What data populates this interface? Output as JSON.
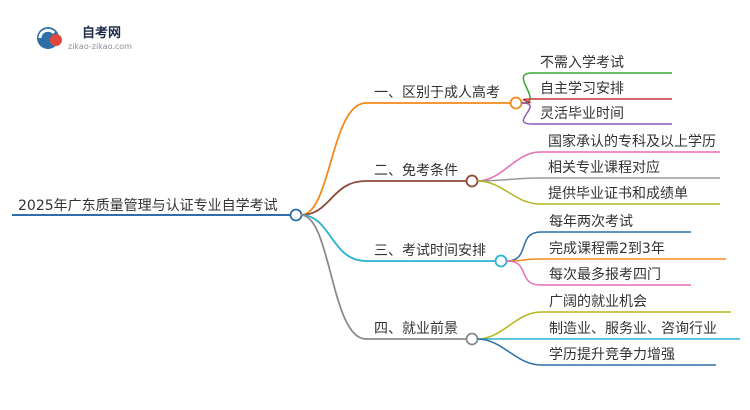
{
  "logo": {
    "title": "自考网",
    "url": "zikao-zikao.com"
  },
  "root": {
    "label": "2025年广东质量管理与认证专业自学考试",
    "color": "#2e6fa7"
  },
  "branches": [
    {
      "label": "一、区别于成人高考",
      "color": "#f08a1c",
      "children": [
        {
          "label": "不需入学考试",
          "color": "#3aa532"
        },
        {
          "label": "自主学习安排",
          "color": "#c8343c"
        },
        {
          "label": "灵活毕业时间",
          "color": "#8e5bb5"
        }
      ]
    },
    {
      "label": "二、免考条件",
      "color": "#8b4a3a",
      "children": [
        {
          "label": "国家承认的专科及以上学历",
          "color": "#e46fb2"
        },
        {
          "label": "相关专业课程对应",
          "color": "#9a9a9a"
        },
        {
          "label": "提供毕业证书和成绩单",
          "color": "#b5b51c"
        }
      ]
    },
    {
      "label": "三、考试时间安排",
      "color": "#2bb3d2",
      "children": [
        {
          "label": "每年两次考试",
          "color": "#2e6fa7"
        },
        {
          "label": "完成课程需2到3年",
          "color": "#f08a1c"
        },
        {
          "label": "每次最多报考四门",
          "color": "#e46fb2"
        }
      ]
    },
    {
      "label": "四、就业前景",
      "color": "#8c8c8c",
      "children": [
        {
          "label": "广阔的就业机会",
          "color": "#b5b51c"
        },
        {
          "label": "制造业、服务业、咨询行业",
          "color": "#2bb3d2"
        },
        {
          "label": "学历提升竞争力增强",
          "color": "#2e6fa7"
        }
      ]
    }
  ]
}
